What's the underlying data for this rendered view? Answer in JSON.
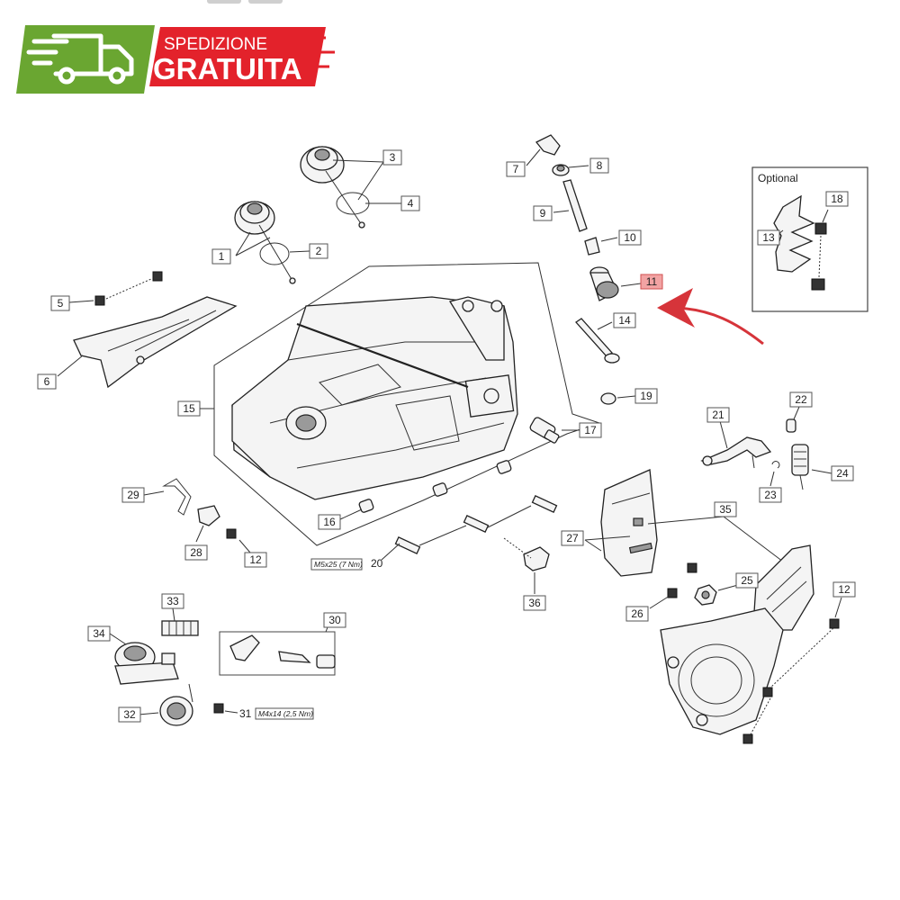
{
  "badge": {
    "line1": "SPEDIZIONE",
    "line2": "GRATUITA",
    "green": "#6aa631",
    "red": "#e3222b"
  },
  "diagram": {
    "optional_label": "Optional",
    "highlight_color": "#f2a3a3",
    "arrow_color": "#d6343a",
    "callouts": {
      "c1": "1",
      "c2": "2",
      "c3": "3",
      "c4": "4",
      "c5": "5",
      "c6": "6",
      "c7": "7",
      "c8": "8",
      "c9": "9",
      "c10": "10",
      "c11": "11",
      "c12a": "12",
      "c12b": "12",
      "c13": "13",
      "c14": "14",
      "c15": "15",
      "c16": "16",
      "c17": "17",
      "c18": "18",
      "c19": "19",
      "c20": "20",
      "c21": "21",
      "c22": "22",
      "c23": "23",
      "c24": "24",
      "c25": "25",
      "c26": "26",
      "c27": "27",
      "c28": "28",
      "c29": "29",
      "c30": "30",
      "c31": "31",
      "c32": "32",
      "c33": "33",
      "c34": "34",
      "c35": "35",
      "c36": "36"
    },
    "notes": {
      "m5": "M5x25 (7 Nm)",
      "m4": "M4x14 (2,5 Nm)"
    }
  }
}
